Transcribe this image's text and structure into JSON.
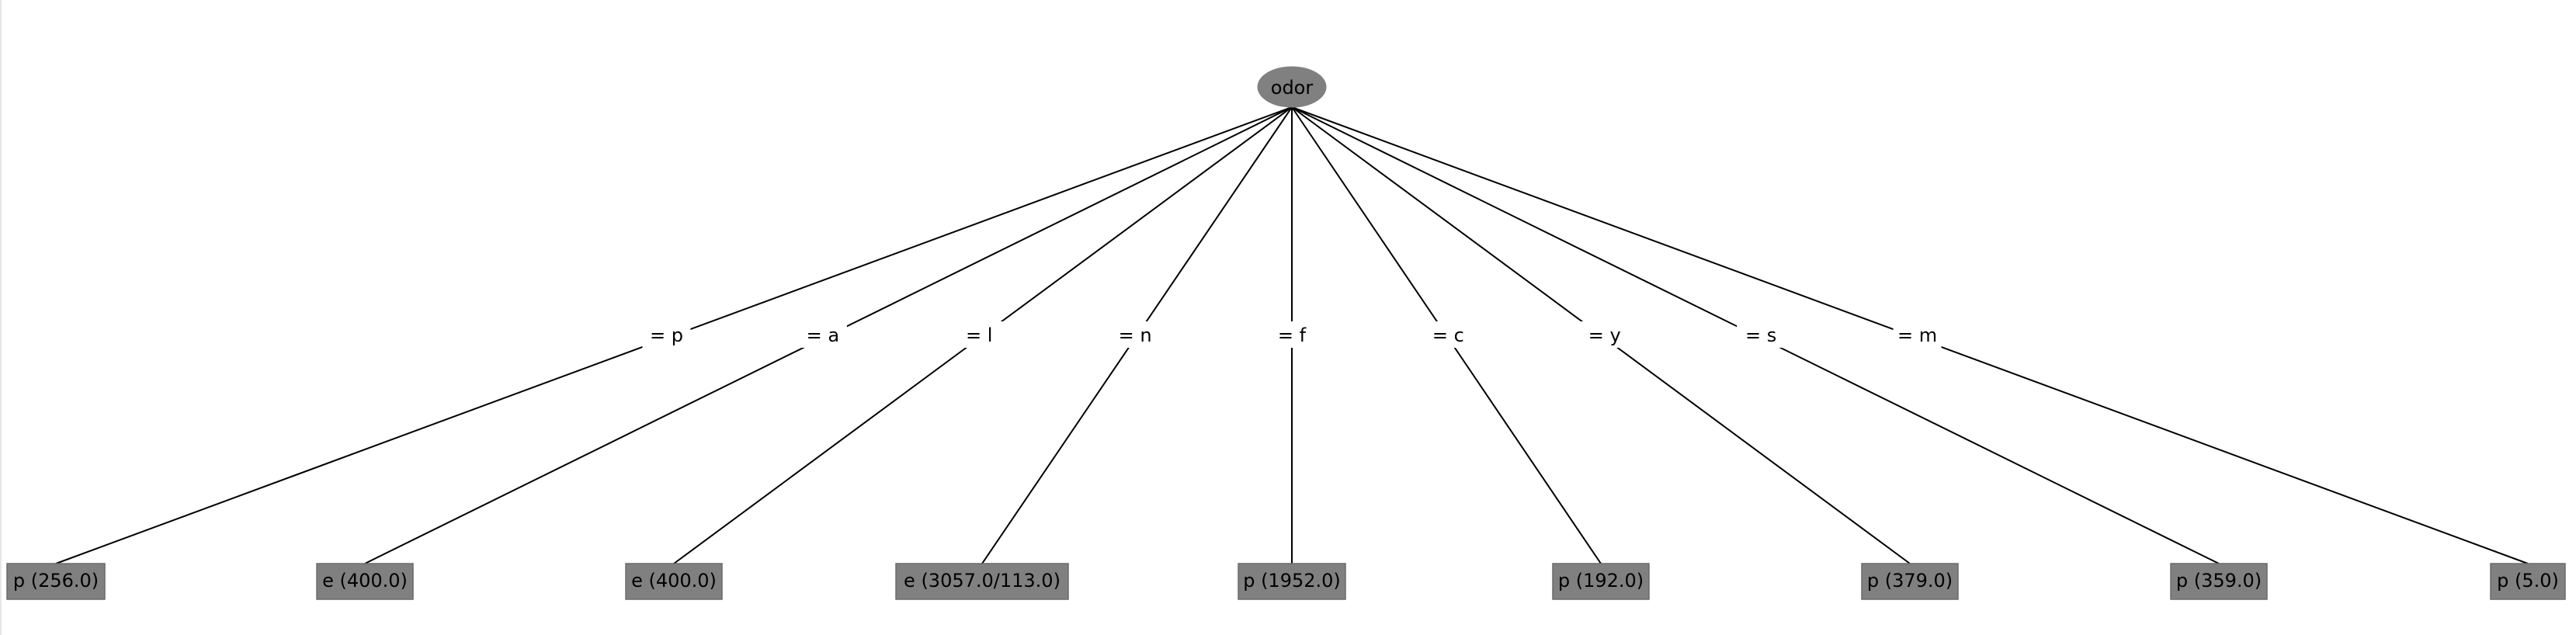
{
  "tree": {
    "root": {
      "label": "odor"
    },
    "branches": [
      {
        "edge_label": "= p",
        "leaf_label": "p (256.0)"
      },
      {
        "edge_label": "= a",
        "leaf_label": "e (400.0)"
      },
      {
        "edge_label": "= l",
        "leaf_label": "e (400.0)"
      },
      {
        "edge_label": "= n",
        "leaf_label": "e (3057.0/113.0)"
      },
      {
        "edge_label": "= f",
        "leaf_label": "p (1952.0)"
      },
      {
        "edge_label": "= c",
        "leaf_label": "p (192.0)"
      },
      {
        "edge_label": "= y",
        "leaf_label": "p (379.0)"
      },
      {
        "edge_label": "= s",
        "leaf_label": "p (359.0)"
      },
      {
        "edge_label": "= m",
        "leaf_label": "p (5.0)"
      }
    ]
  },
  "colors": {
    "node_fill": "#808080",
    "edge_stroke": "#000000",
    "background": "#ffffff"
  }
}
